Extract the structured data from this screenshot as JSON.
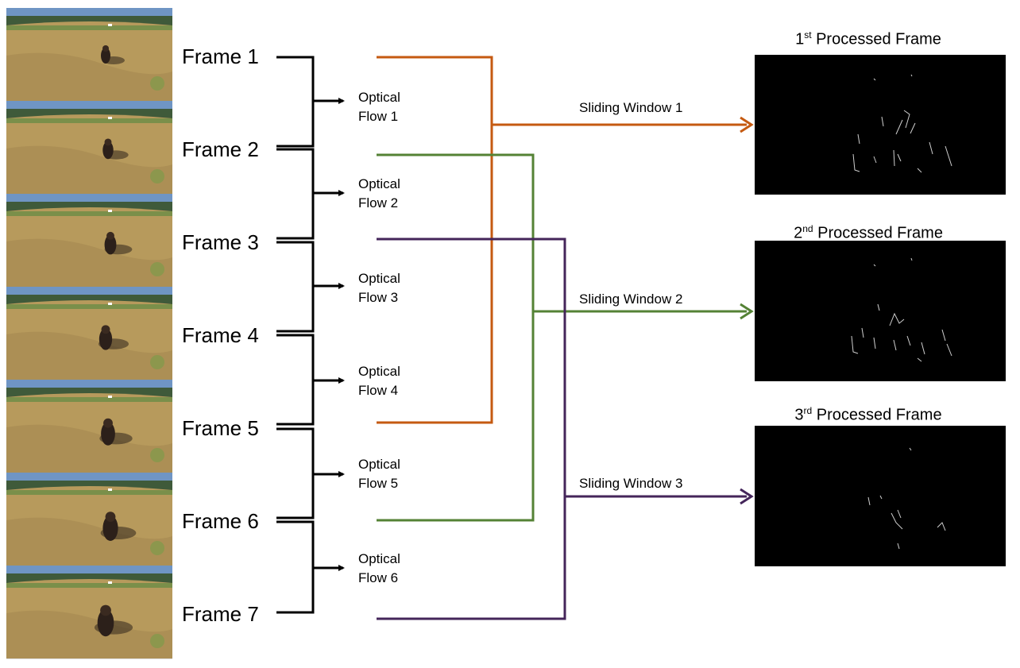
{
  "frames": [
    {
      "label": "Frame 1"
    },
    {
      "label": "Frame 2"
    },
    {
      "label": "Frame 3"
    },
    {
      "label": "Frame 4"
    },
    {
      "label": "Frame 5"
    },
    {
      "label": "Frame 6"
    },
    {
      "label": "Frame 7"
    }
  ],
  "flows": [
    {
      "line1": "Optical",
      "line2": "Flow 1"
    },
    {
      "line1": "Optical",
      "line2": "Flow 2"
    },
    {
      "line1": "Optical",
      "line2": "Flow 3"
    },
    {
      "line1": "Optical",
      "line2": "Flow 4"
    },
    {
      "line1": "Optical",
      "line2": "Flow 5"
    },
    {
      "line1": "Optical",
      "line2": "Flow 6"
    }
  ],
  "windows": [
    {
      "label": "Sliding Window 1",
      "color": "#c55a11"
    },
    {
      "label": "Sliding Window 2",
      "color": "#548235"
    },
    {
      "label": "Sliding Window 3",
      "color": "#44255a"
    }
  ],
  "processed": [
    {
      "num": "1",
      "sup": "st",
      "rest": " Processed Frame"
    },
    {
      "num": "2",
      "sup": "nd",
      "rest": " Processed Frame"
    },
    {
      "num": "3",
      "sup": "rd",
      "rest": " Processed Frame"
    }
  ]
}
